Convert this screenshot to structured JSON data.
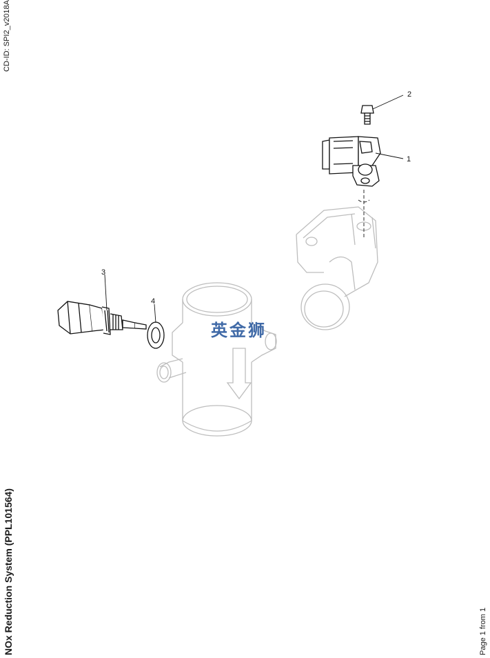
{
  "header": {
    "cd_id": "CD-ID: SPI2_v2018A"
  },
  "title": "NOx Reduction System (PPL101564)",
  "footer": {
    "page_info": "Page 1 from 1"
  },
  "watermark": {
    "text": "英金狮",
    "color": "#2c5a9e"
  },
  "callouts": [
    {
      "number": "1",
      "part": "sensor"
    },
    {
      "number": "2",
      "part": "bolt"
    },
    {
      "number": "3",
      "part": "temperature-sensor"
    },
    {
      "number": "4",
      "part": "washer"
    }
  ],
  "colors": {
    "line": "#111111",
    "ghost": "#bdbdbd"
  }
}
